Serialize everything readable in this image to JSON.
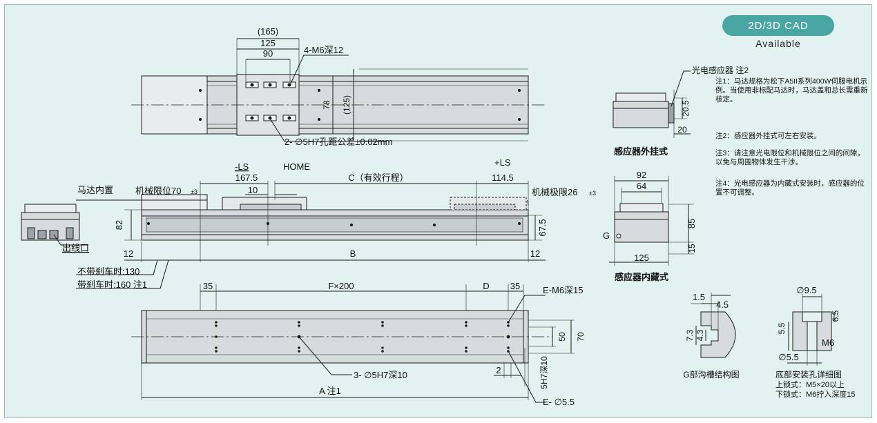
{
  "badge": {
    "label": "2D/3D CAD",
    "sub": "Available",
    "color": "#4aa6a3"
  },
  "colors": {
    "background": "#e1f2f0",
    "line": "#1a1a1a",
    "body_fill": "#c7cdd0",
    "body_dark": "#8a9296"
  },
  "notes": [
    "注1：马达规格为松下A5II系列400W伺服电机示例。当使用非标配马达时，马达盖和总长需重新核定。",
    "注2：感应器外挂式可左右安装。",
    "注3：请注意光电限位和机械限位之间的间隙，以免与周围物体发生干涉。",
    "注4：光电感应器为内藏式安装时，感应器的位置不可调整。"
  ],
  "top_view": {
    "dim_165": "(165)",
    "dim_125": "125",
    "dim_90": "90",
    "callout_holes": "4-M6深12",
    "dim_78": "78",
    "dim_125_paren": "(125)",
    "callout_pin": "2- ∅5H7孔距公差±0.02mm"
  },
  "side_view": {
    "neg_ls": "-LS",
    "home": "HOME",
    "pos_ls": "+LS",
    "dim_167_5": "167.5",
    "dim_10": "10",
    "stroke": "C（有效行程）",
    "dim_114_5": "114.5",
    "motor_inner": "马达内置",
    "mech_limit_left": "机械限位70",
    "tol_left": "±3",
    "mech_limit_right": "机械极限26",
    "tol_right": "±3",
    "dim_82": "82",
    "dim_67_5": "67.5",
    "dim_12_left": "12",
    "dim_b": "B",
    "dim_12_right": "12",
    "no_brake": "不带刹车时:130",
    "with_brake": "带刹车时:160 注1"
  },
  "end_view": {
    "cable_exit": "出线口"
  },
  "bottom_view": {
    "dim_35_left": "35",
    "dim_f": "F×200",
    "dim_d": "D",
    "dim_35_right": "35",
    "callout_e_m6": "E-M6深15",
    "callout_3_pin": "3- ∅5H7深10",
    "dim_2": "2",
    "dim_5h7": "5H7深10",
    "callout_e_hole": "E- ∅5.5",
    "dim_50": "50",
    "dim_70": "70",
    "dim_a": "A 注1"
  },
  "sensor_external": {
    "title": "感应器外挂式",
    "label": "光电感应器 注2",
    "dim_20_5": "20.5",
    "dim_20": "20"
  },
  "sensor_internal": {
    "title": "感应器内藏式",
    "dim_92": "92",
    "dim_64": "64",
    "dim_85": "85",
    "dim_15": "15",
    "dim_125": "125",
    "g_label": "G"
  },
  "groove": {
    "title": "G部沟槽结构图",
    "dim_4_5": "4.5",
    "dim_1_5": "1.5",
    "dim_7_3": "7.3",
    "dim_4_3": "4.3"
  },
  "mount_hole": {
    "title": "底部安装孔详细图",
    "line1": "上锁式：M5×20以上",
    "line2": "下锁式：M6拧入深度15",
    "dim_9_5": "∅9.5",
    "dim_6_5": "6.5",
    "dim_5_5_v": "5.5",
    "dim_m6": "M6",
    "dim_5_5_d": "∅5.5"
  }
}
